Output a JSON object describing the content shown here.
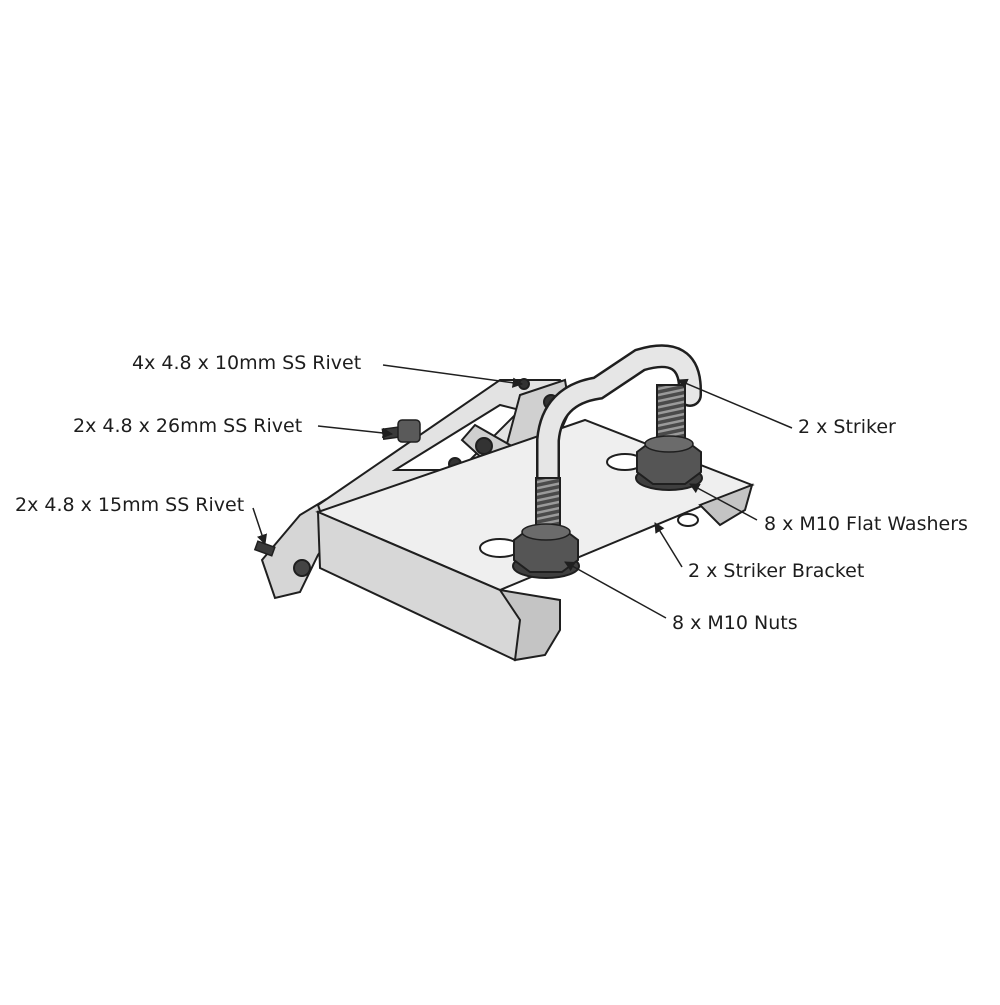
{
  "labels": {
    "rivet_10mm": "4x 4.8 x 10mm SS Rivet",
    "rivet_26mm": "2x 4.8 x 26mm SS Rivet",
    "rivet_15mm": "2x 4.8 x 15mm SS Rivet",
    "striker": "2 x Striker",
    "flat_washers": "8 x M10 Flat Washers",
    "striker_bracket": "2 x Striker Bracket",
    "nuts": "8 x M10 Nuts"
  },
  "colors": {
    "outline": "#1f1f1f",
    "metal_light": "#e9e9e9",
    "metal_mid": "#c9c9c9",
    "metal_dark": "#9a9a9a",
    "hardware_dark": "#3a3a3a"
  }
}
